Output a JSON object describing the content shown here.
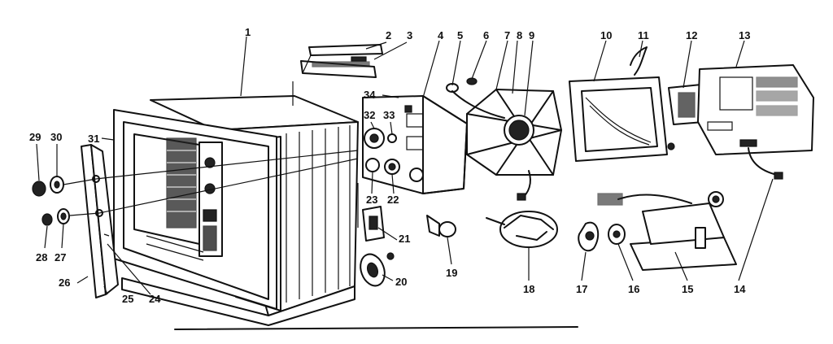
{
  "diagram": {
    "part_labels": {
      "p1": "1",
      "p2": "2",
      "p3": "3",
      "p4": "4",
      "p5": "5",
      "p6": "6",
      "p7": "7",
      "p8": "8",
      "p9": "9",
      "p10": "10",
      "p11": "11",
      "p12": "12",
      "p13": "13",
      "p14": "14",
      "p15": "15",
      "p16": "16",
      "p17": "17",
      "p18": "18",
      "p19": "19",
      "p20": "20",
      "p21": "21",
      "p22": "22",
      "p23": "23",
      "p24": "24",
      "p25": "25",
      "p26": "26",
      "p27": "27",
      "p28": "28",
      "p29": "29",
      "p30": "30",
      "p31": "31",
      "p32": "32",
      "p33": "33",
      "p34": "34"
    }
  }
}
